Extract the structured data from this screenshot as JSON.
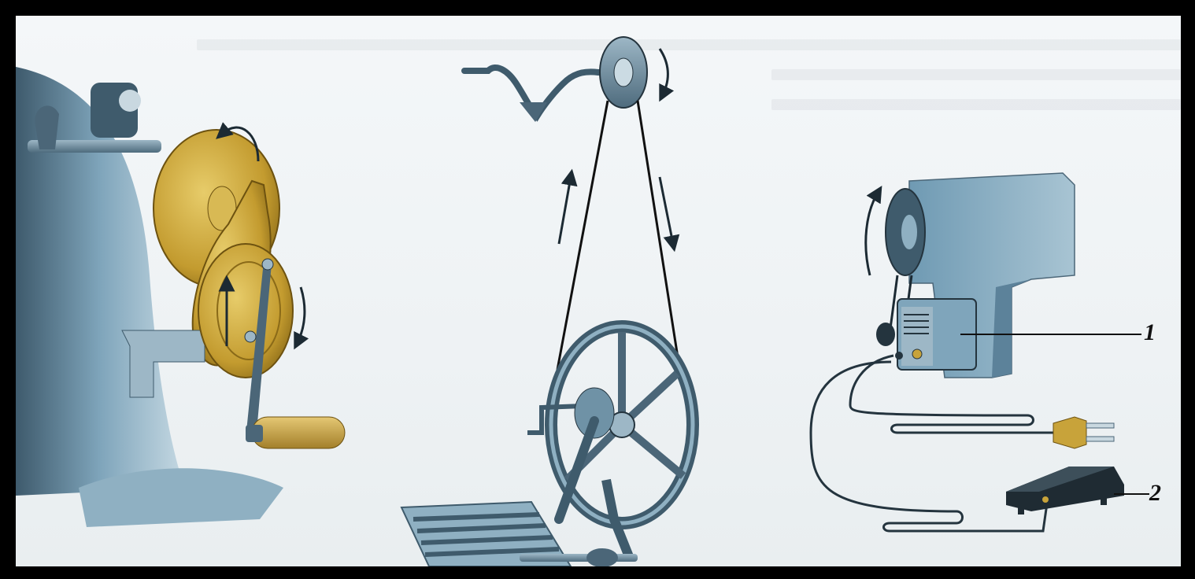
{
  "figure": {
    "panels": [
      {
        "name": "hand-drive",
        "description_icon": "hand-crank-icon"
      },
      {
        "name": "foot-treadle-drive",
        "description_icon": "treadle-icon"
      },
      {
        "name": "electric-drive",
        "description_icon": "electric-motor-icon"
      }
    ],
    "callouts": {
      "motor_label": "1",
      "pedal_label": "2"
    },
    "colors": {
      "frame": "#000000",
      "machine_blue": "#6f9bb4",
      "brass": "#c8a33a",
      "wood_handle": "#c9a64a",
      "ink": "#1c2a33"
    }
  }
}
